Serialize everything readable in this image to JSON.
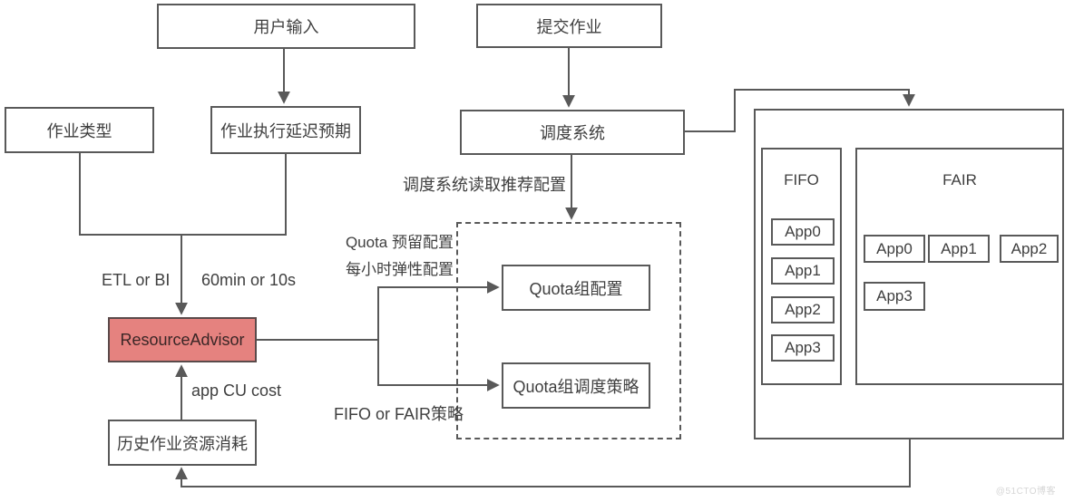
{
  "diagram": {
    "nodes": {
      "user_input": "用户输入",
      "submit_job": "提交作业",
      "job_type": "作业类型",
      "job_delay_expectation": "作业执行延迟预期",
      "scheduler": "调度系统",
      "resource_advisor": "ResourceAdvisor",
      "quota_group_config": "Quota组配置",
      "quota_group_policy": "Quota组调度策略",
      "history_job_resource_cost": "历史作业资源消耗"
    },
    "labels": {
      "scheduler_reads_recommended_config": "调度系统读取推荐配置",
      "quota_reserved_config": "Quota 预留配置",
      "hourly_elastic_config": "每小时弹性配置",
      "etl_or_bi": "ETL or BI",
      "sixty_min_or_10s": "60min or 10s",
      "app_cu_cost": "app CU cost",
      "fifo_or_fair_policy": "FIFO or FAIR策略"
    },
    "clusters": {
      "fifo": {
        "title": "FIFO",
        "apps": [
          "App0",
          "App1",
          "App2",
          "App3"
        ]
      },
      "fair": {
        "title": "FAIR",
        "apps": [
          "App0",
          "App1",
          "App2",
          "App3"
        ]
      }
    },
    "colors": {
      "line": "#595959",
      "box_border": "#595959",
      "highlight_fill": "#e5827f",
      "text": "#3f3f3f",
      "watermark": "#d6d6d6"
    },
    "watermark": "@51CTO博客"
  }
}
